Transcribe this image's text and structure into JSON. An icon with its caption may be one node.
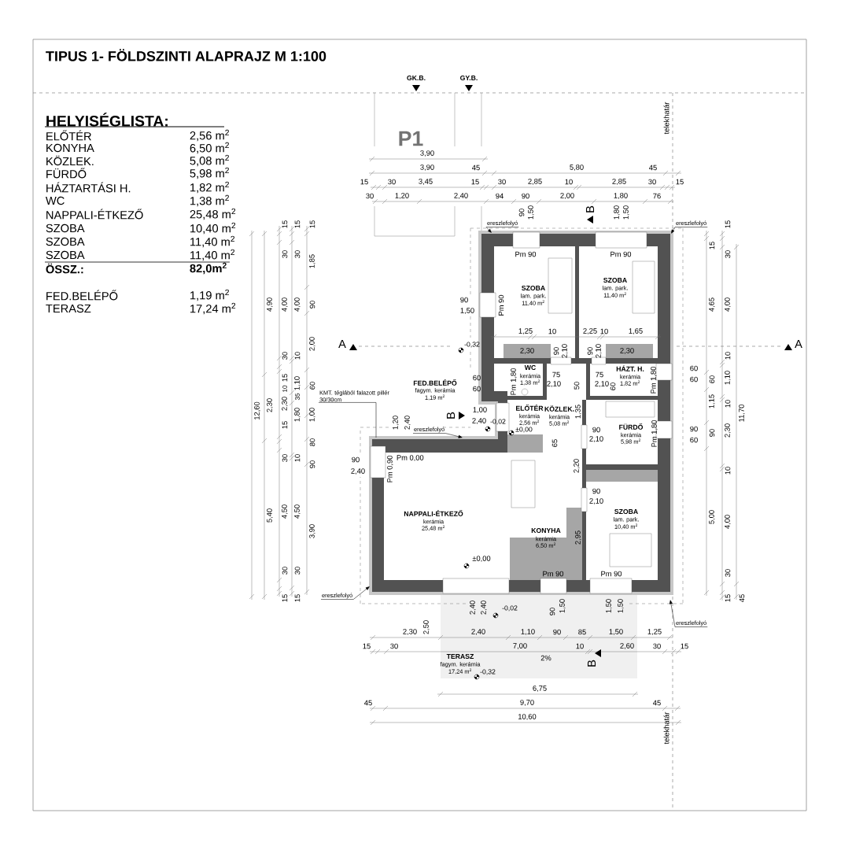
{
  "diagram": {
    "title": "TIPUS 1- FÖLDSZINTI ALAPRAJZ M 1:100",
    "nodes": [
      {
        "text": [
          "KMT. téglából falazott pillér 30/30cm"
        ]
      },
      {
        "text": [
          "ereszlefolyó"
        ]
      },
      {
        "text": [
          "ereszlefolyó"
        ]
      },
      {
        "text": [
          "ereszlefolyó"
        ]
      },
      {
        "text": [
          "ereszlefolyó"
        ]
      },
      {
        "text": [
          "ereszlefolyó"
        ]
      }
    ],
    "edges": [
      {
        "from": 0,
        "to": null,
        "arrow": "none"
      },
      {
        "from": 1,
        "to": null,
        "arrow": "to"
      },
      {
        "from": 2,
        "to": null,
        "arrow": "to"
      },
      {
        "from": 3,
        "to": null,
        "arrow": "to"
      },
      {
        "from": 4,
        "to": null,
        "arrow": "to"
      },
      {
        "from": 5,
        "to": null,
        "arrow": "to"
      }
    ],
    "labels": [
      "HELYISÉGLISTA:",
      "ELŐTÉR",
      "2,56 m$^{2}$",
      "KONYHA",
      "6,50 m$^{2}$",
      "KÖZLEK.",
      "5,08 m$^{2}$",
      "FÜRDŐ",
      "5,98 m$^{2}$",
      "HÁZTARTÁSI H.",
      "1,82 m$^{2}$",
      "WC",
      "1,38 m$^{2}$",
      "NAPPALI-ÉTKEZŐ",
      "25,48 m$^{2}$",
      "SZOBA",
      "10,40 m$^{2}$",
      "SZOBA",
      "11,40 m$^{2}$",
      "SZOBA",
      "11,40 m$^{2}$",
      "ÖSSZ.:",
      "82,0m$^{2}$",
      "FED.BELÉPŐ",
      "1,19 m$^{2}$",
      "TERASZ",
      "17,24 m$^{2}$",
      "GK.B.",
      "GY.B.",
      "P1",
      "telekhatár",
      "telekhatár",
      "3,90",
      "3,90",
      "45",
      "5,80",
      "45",
      "15",
      "30",
      "3,45",
      "15",
      "30",
      "2,85",
      "10",
      "2,85",
      "30",
      "15",
      "30",
      "1,20",
      "2,40",
      "94",
      "90",
      "2,00",
      "1,80",
      "76",
      "B",
      "90",
      "1,50",
      "1,80",
      "1,50",
      "Pm 90",
      "Pm 90",
      "SZOBA",
      "lam. park.",
      "11,40 m$^{2}$",
      "SZOBA",
      "lam. park.",
      "11,40 m$^{2}$",
      "90",
      "1,50",
      "Pm 90",
      "1,25",
      "10",
      "2,25",
      "10",
      "1,65",
      "A",
      "A",
      "-0,32",
      "2,30",
      "90",
      "2,10",
      "90",
      "2,10",
      "2,30",
      "WC",
      "kerámia",
      "1,38 m$^{2}$",
      "Pm 1,80",
      "75",
      "2,10",
      "50",
      "75",
      "2,10",
      "60",
      "HÁZT. H.",
      "kerámia",
      "1,82 m$^{2}$",
      "Pm 1,80",
      "60",
      "60",
      "FED.BELÉPŐ",
      "fagym. kerámia",
      "1,19 m$^{2}$",
      "60",
      "60",
      "B",
      "1,00",
      "2,40",
      "-0,02",
      "ELŐTÉR",
      "kerámia",
      "2,56 m$^{2}$",
      "±0,00",
      "KÖZLEK.",
      "kerámia",
      "5,08 m$^{2}$",
      "1,35",
      "65",
      "FÜRDŐ",
      "kerámia",
      "5,98 m$^{2}$",
      "Pm 1,80",
      "90",
      "2,10",
      "90",
      "60",
      "Pm 0,00",
      "Pm 0,90",
      "1,20",
      "2,40",
      "90",
      "2,40",
      "2,20",
      "90",
      "2,10",
      "SZOBA",
      "lam. park.",
      "10,40 m$^{2}$",
      "NAPPALI-ÉTKEZŐ",
      "kerámia",
      "25,48 m$^{2}$",
      "KONYHA",
      "kerámia",
      "6,50 m$^{2}$",
      "2,95",
      "±0,00",
      "Pm 90",
      "Pm 90",
      "2,40",
      "2,40",
      "-0,02",
      "90",
      "1,50",
      "1,50",
      "1,50",
      "2,50",
      "2,30",
      "2,40",
      "1,10",
      "90",
      "85",
      "1,50",
      "1,25",
      "15",
      "30",
      "TERASZ",
      "fagym. kerámia",
      "17,24 m$^{2}$",
      "7,00",
      "2%",
      "10",
      "B",
      "2,60",
      "30",
      "15",
      "-0,32",
      "6,75",
      "45",
      "9,70",
      "45",
      "10,60",
      "12,60",
      "4,90",
      "2,30",
      "5,40",
      "15",
      "30",
      "4,00",
      "30",
      "15",
      "2,30",
      "15",
      "30",
      "4,50",
      "30",
      "15",
      "10",
      "15",
      "30",
      "4,00",
      "10",
      "1,10",
      "35",
      "1,80",
      "10",
      "4,50",
      "30",
      "15",
      "15",
      "1,85",
      "90",
      "2,00",
      "60",
      "1,00",
      "80",
      "90",
      "3,90",
      "15",
      "4,65",
      "60",
      "1,15",
      "90",
      "5,00",
      "15",
      "30",
      "4,00",
      "10",
      "1,10",
      "10",
      "2,30",
      "10",
      "4,00",
      "30",
      "15",
      "11,70",
      "45"
    ]
  }
}
